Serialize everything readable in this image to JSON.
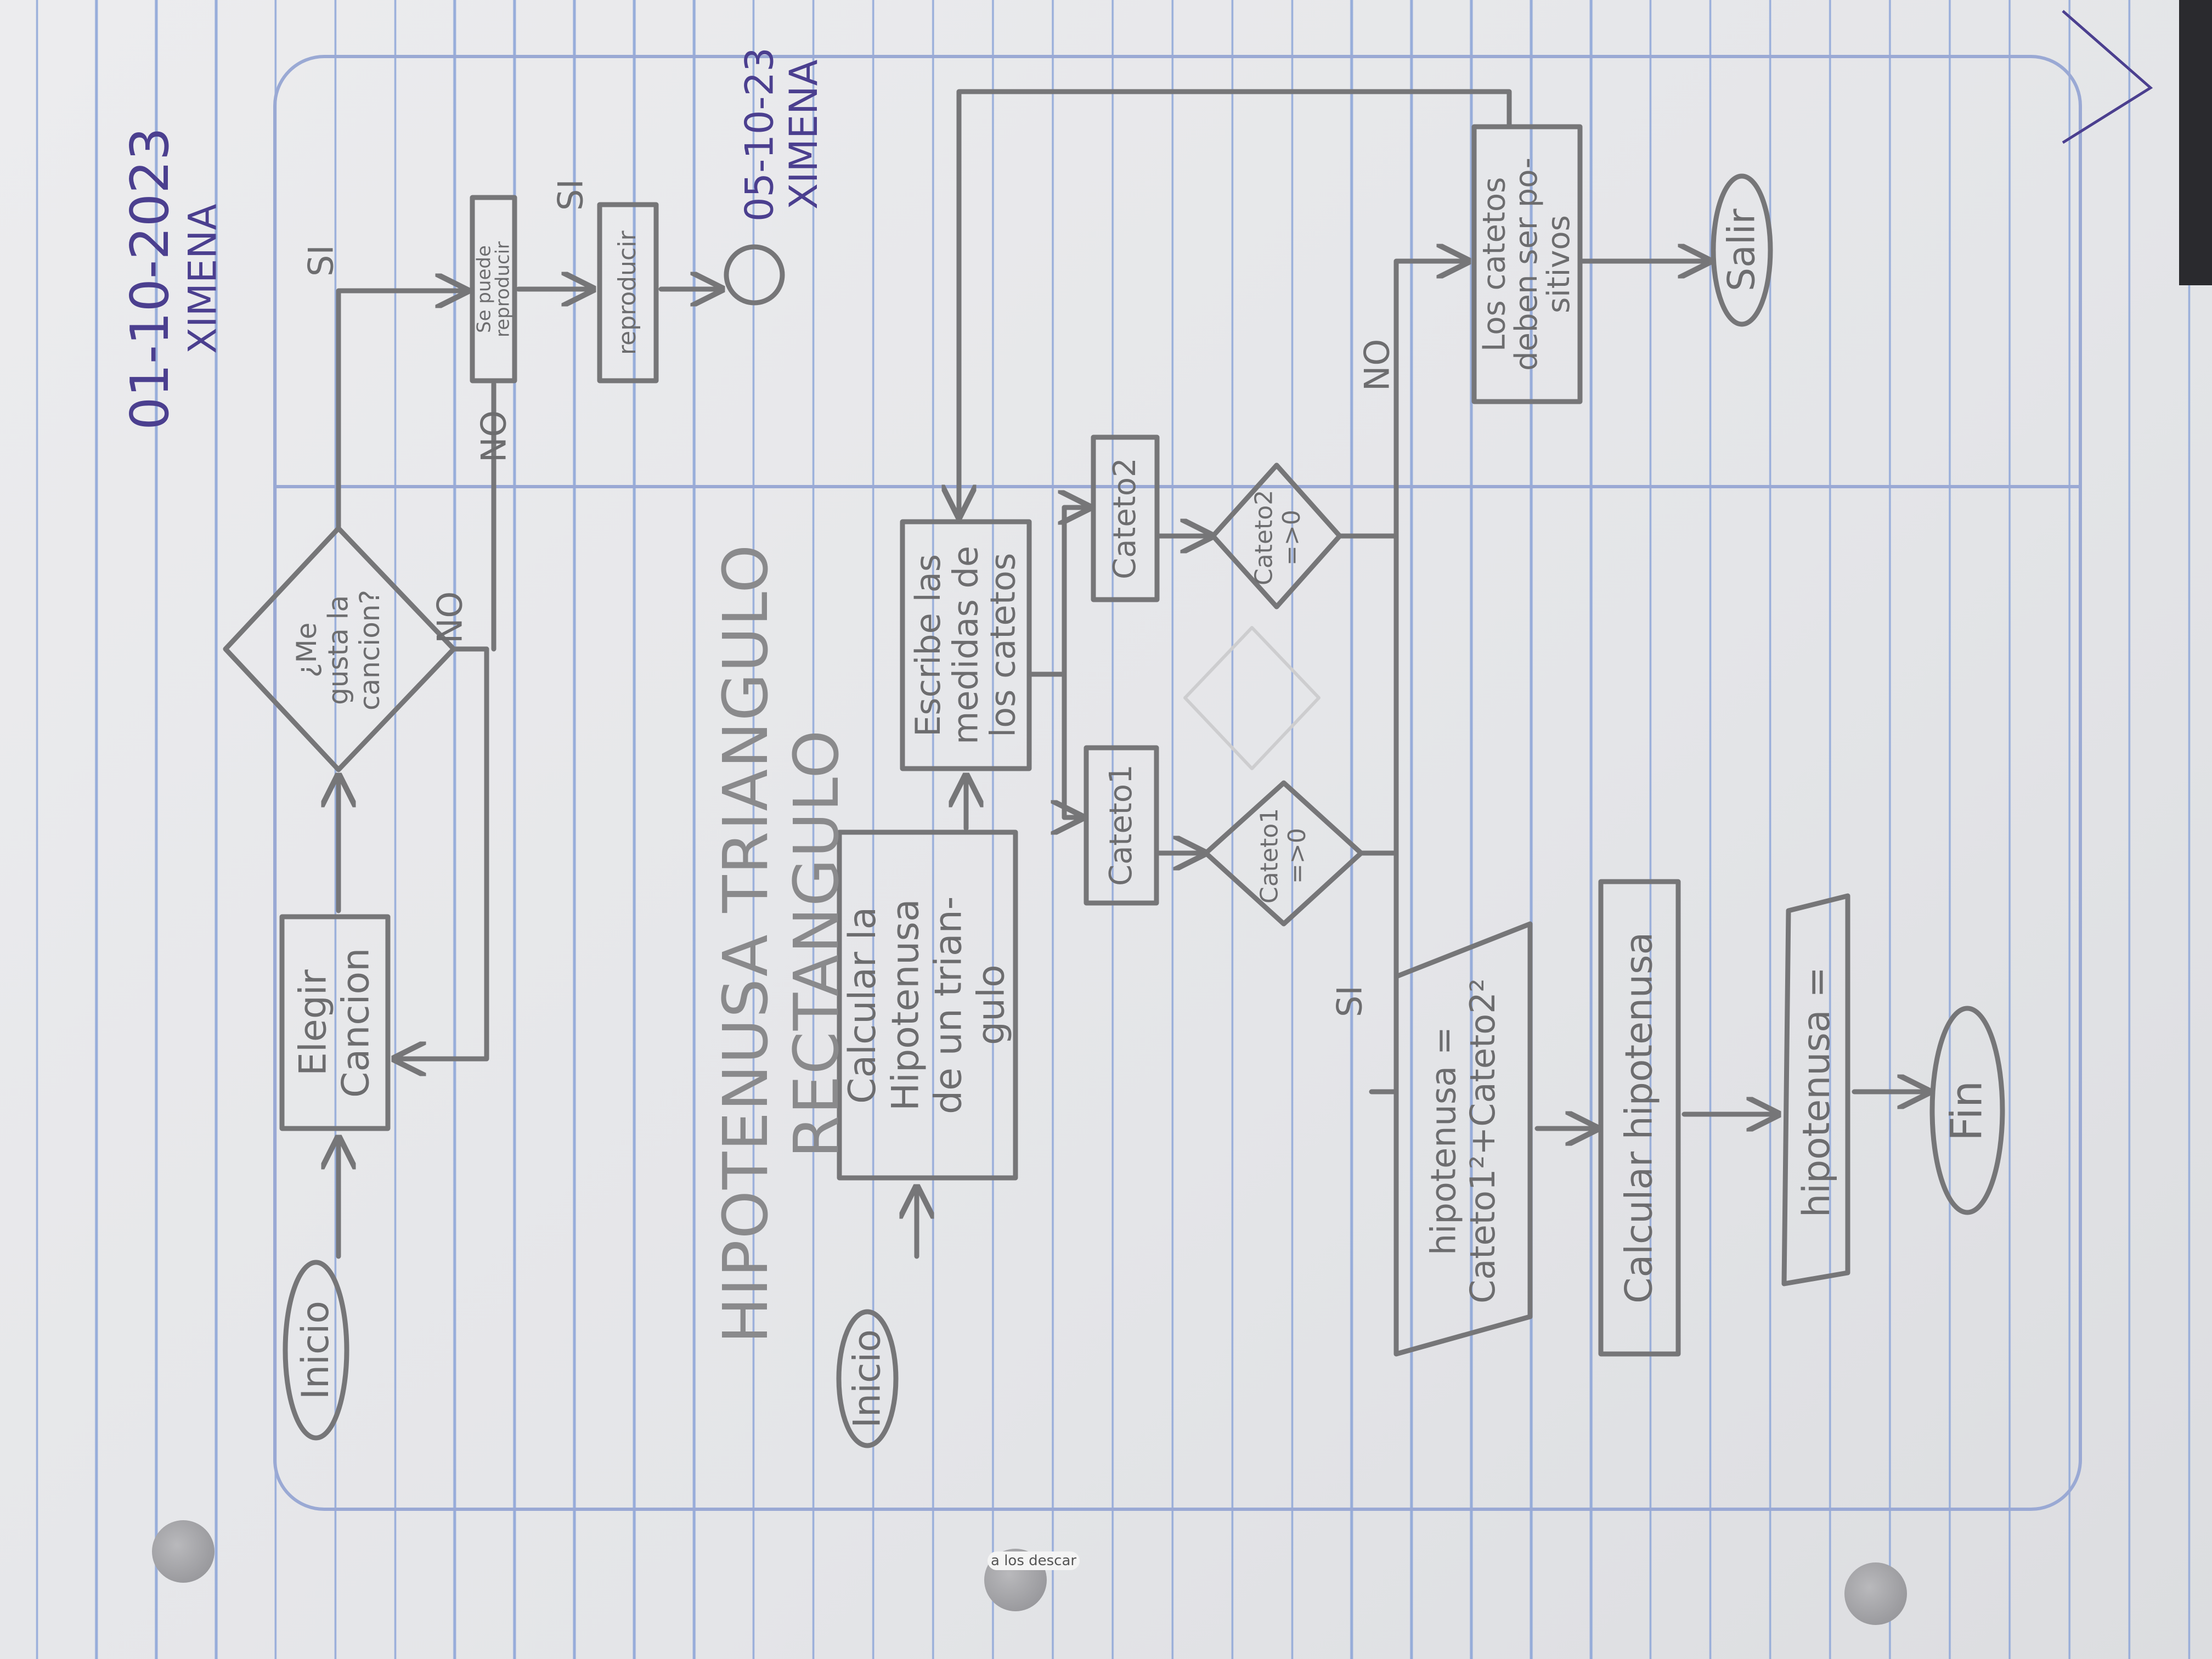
{
  "header": {
    "date_1": "01-10-2023",
    "name_1": "XIMENA",
    "date_2": "05-10-23",
    "name_2": "XIMENA"
  },
  "flow_song": {
    "start": "Inicio",
    "choose": [
      "Elegir",
      "Cancion"
    ],
    "decision": [
      "¿Me",
      "gusta la",
      "cancion?"
    ],
    "yes_label": "SI",
    "no_label": "NO",
    "no_label_2": "NO",
    "can_play": [
      "Se puede",
      "reproducir"
    ],
    "yes_label_2": "SI",
    "play": "reproducir"
  },
  "flow_hypotenuse": {
    "title": [
      "HIPOTENUSA TRIANGULO",
      "RECTANGULO"
    ],
    "start": "Inicio",
    "calc_intro": [
      "Calcular la",
      "Hipotenusa",
      "de un trian-",
      "gulo"
    ],
    "input": [
      "Escribe las",
      "medidas de",
      "los catetos"
    ],
    "cateto1": "Cateto1",
    "cateto2": "Cateto2",
    "check1": [
      "Cateto1",
      "=>0"
    ],
    "check2": [
      "Cateto2",
      "=>0"
    ],
    "no_label": "NO",
    "yes_label": "SI",
    "error": [
      "Los catetos",
      "deben ser po-",
      "sitivos"
    ],
    "exit": "Salir",
    "formula": [
      "hipotenusa =",
      "Cateto1²+Cateto2²"
    ],
    "compute": "Calcular hipotenusa",
    "output": "hipotenusa =",
    "end": "Fin"
  },
  "footer": {
    "sticker_text": "a los descar"
  },
  "colors": {
    "pencil": "#6d6d6f",
    "pen": "#4b3f8f",
    "rule_line": "#8ea6d8"
  }
}
